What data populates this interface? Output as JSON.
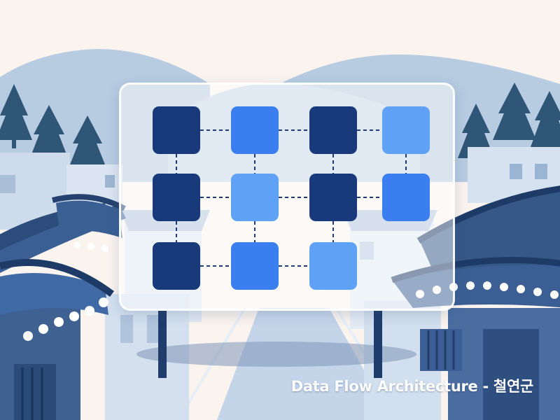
{
  "caption": "Data Flow Architecture - 철연군",
  "colors": {
    "sky": "#faf3ee",
    "mountain": "#a9c2dc",
    "tree": "#2e5678",
    "roof": "#3a5f93",
    "building": "#cfdcec",
    "node_dark": "#193a7a",
    "node_mid": "#3b7ef0",
    "node_light": "#5fa2f5",
    "connector": "#1f3c78"
  },
  "diagram": {
    "rows": [
      [
        "node_dark",
        "node_mid",
        "node_dark",
        "node_light"
      ],
      [
        "node_dark",
        "node_light",
        "node_dark",
        "node_mid"
      ],
      [
        "node_dark",
        "node_mid",
        "node_light"
      ]
    ]
  }
}
